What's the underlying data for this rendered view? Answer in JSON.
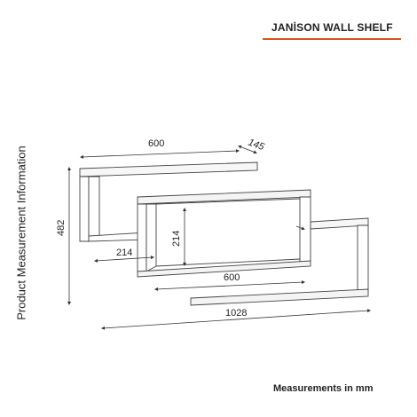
{
  "header": {
    "title": "JANİSON WALL SHELF",
    "accent_color": "#d9531e"
  },
  "side_label": "Product Measurement Information",
  "footer": "Measurements in mm",
  "dimensions": {
    "top_width": "600",
    "depth": "145",
    "total_height": "482",
    "inner_height": "214",
    "left_offset": "214",
    "middle_width": "600",
    "total_width": "1028"
  }
}
